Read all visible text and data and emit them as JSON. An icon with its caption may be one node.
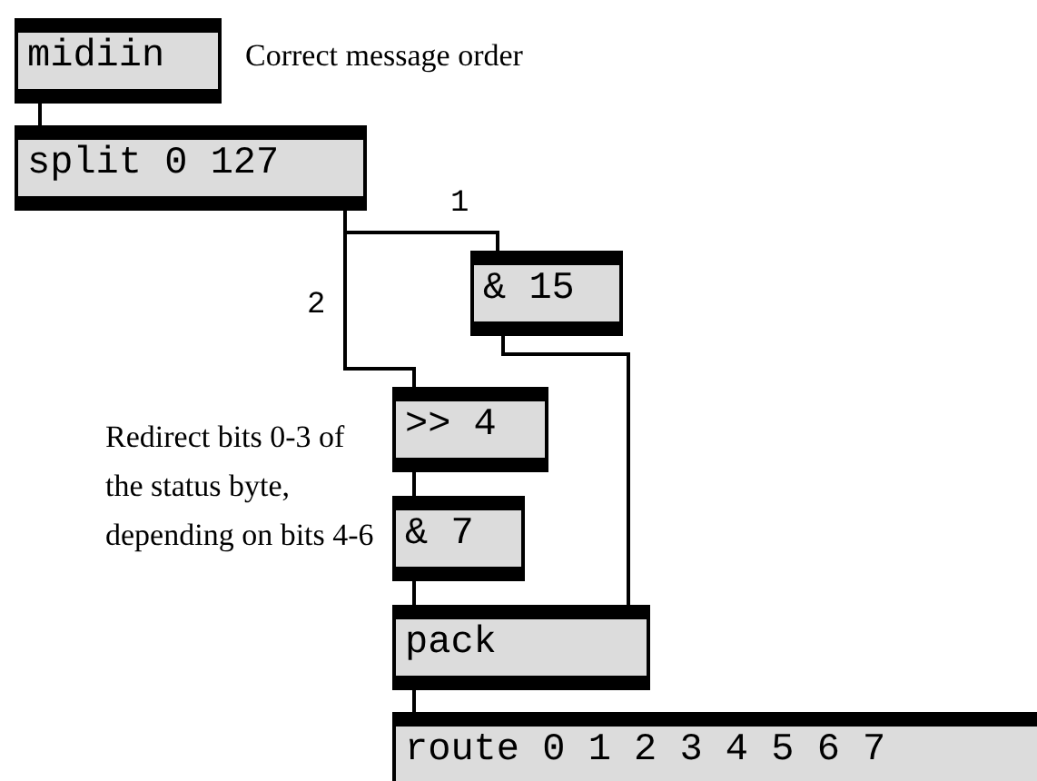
{
  "diagram": {
    "nodes": [
      {
        "text": [
          "midiin"
        ]
      },
      {
        "text": [
          "split 0 127"
        ]
      },
      {
        "text": [
          "& 15"
        ]
      },
      {
        "text": [
          ">> 4"
        ]
      },
      {
        "text": [
          "& 7"
        ]
      },
      {
        "text": [
          "pack"
        ]
      },
      {
        "text": [
          "route 0 1 2 3 4 5 6 7"
        ]
      }
    ],
    "edges": [
      {
        "from": 0,
        "to": 1,
        "arrow": "none"
      },
      {
        "from": 1,
        "to": 2,
        "arrow": "none",
        "label": "1"
      },
      {
        "from": 1,
        "to": 3,
        "arrow": "none",
        "label": "2"
      },
      {
        "from": 2,
        "to": 5,
        "arrow": "none"
      },
      {
        "from": 3,
        "to": 4,
        "arrow": "none"
      },
      {
        "from": 4,
        "to": 5,
        "arrow": "none"
      },
      {
        "from": 5,
        "to": 6,
        "arrow": "none"
      }
    ],
    "labels": [
      "Correct message order",
      "Redirect bits 0-3 of the status byte, depending on bits 4-6"
    ]
  }
}
